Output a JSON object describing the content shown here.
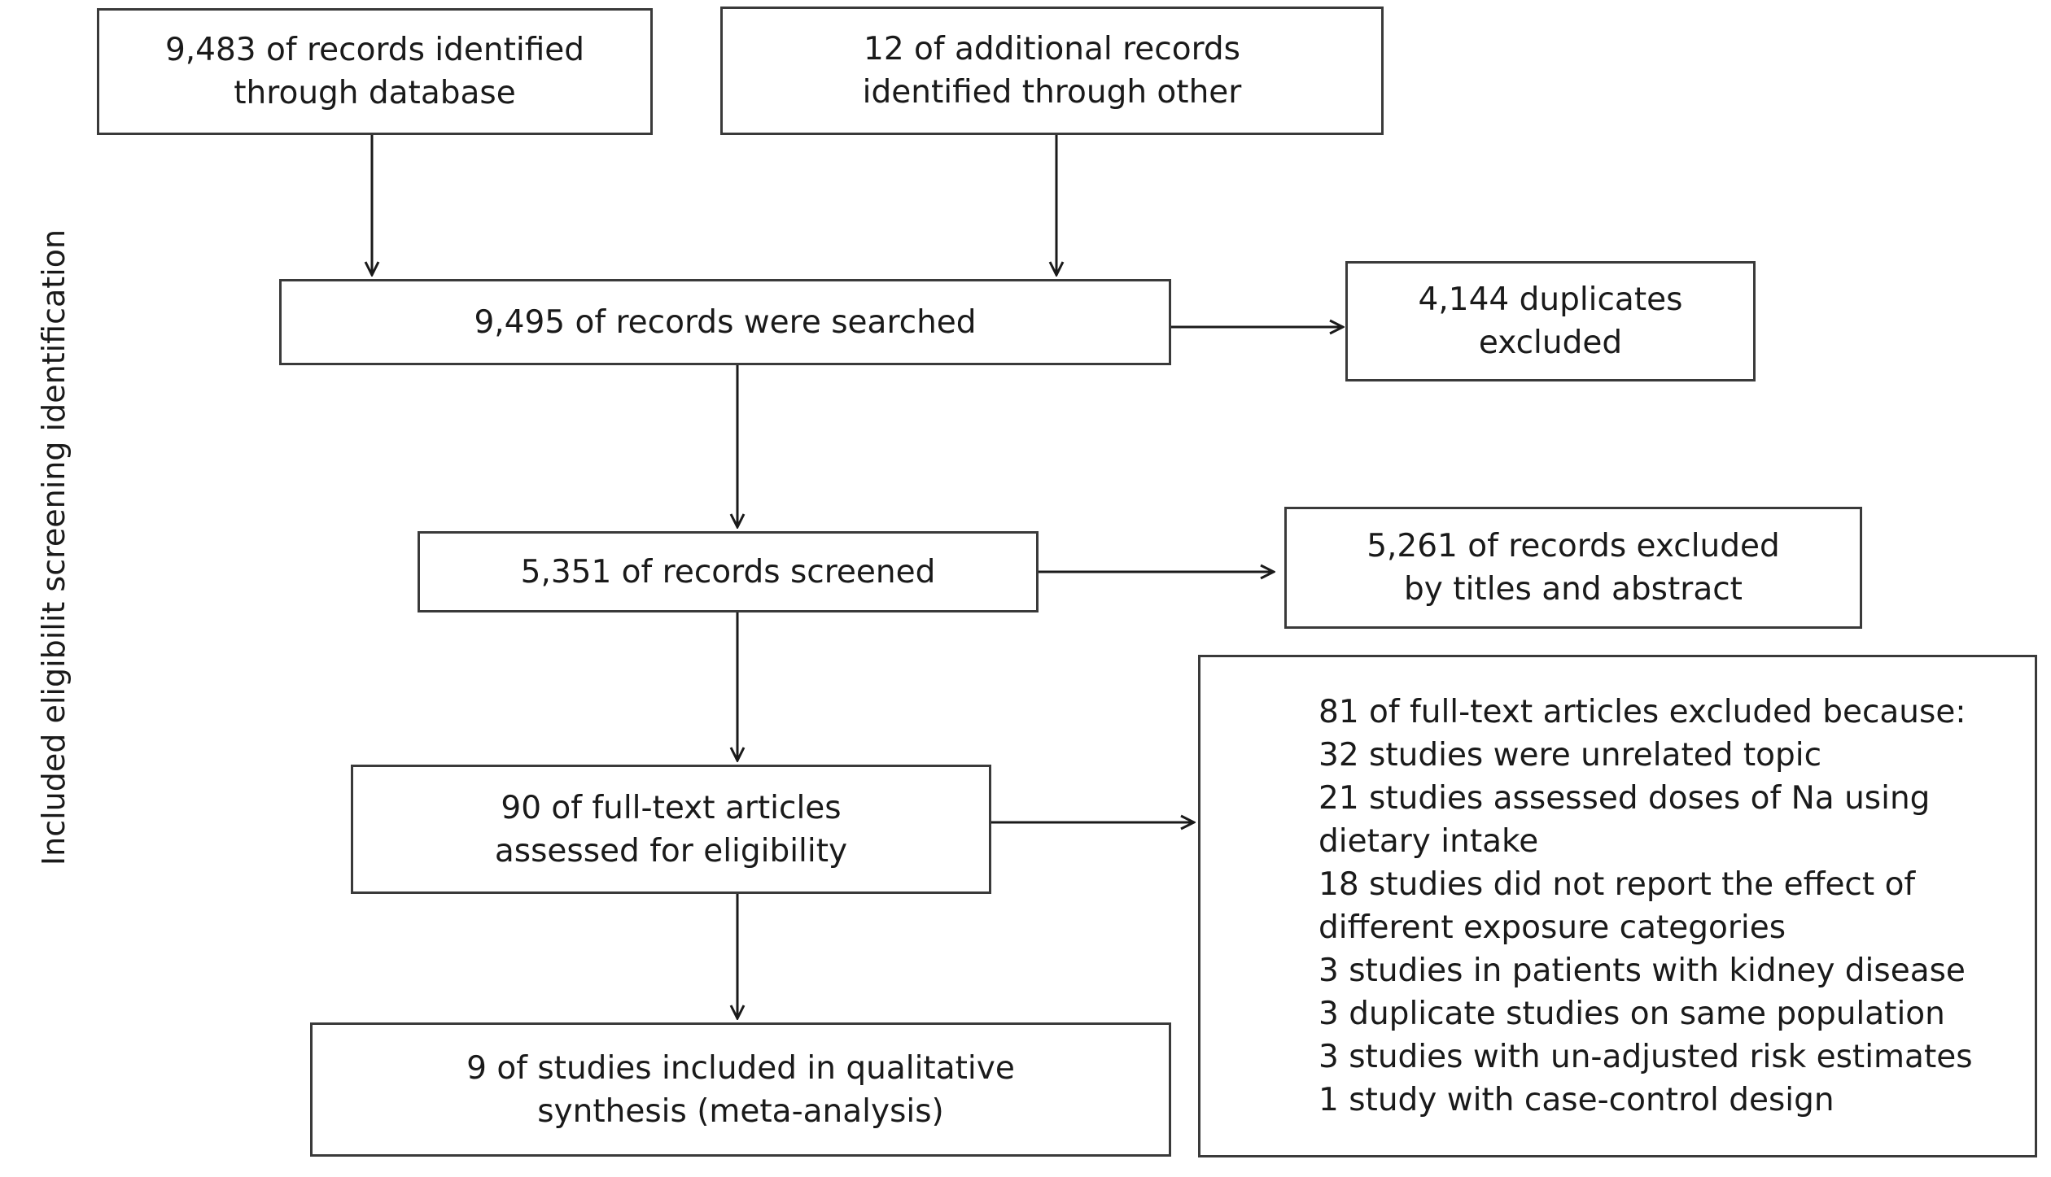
{
  "side_label": "Included eligibilit screening identification",
  "boxes": {
    "database": {
      "lines": [
        "9,483 of records identified",
        "through database"
      ]
    },
    "other": {
      "lines": [
        "12 of additional records",
        "identified through other"
      ]
    },
    "searched": {
      "lines": [
        "9,495 of records were searched"
      ]
    },
    "duplicates": {
      "lines": [
        "4,144 duplicates",
        "excluded"
      ]
    },
    "screened": {
      "lines": [
        "5,351 of records screened"
      ]
    },
    "excluded_titles": {
      "lines": [
        "5,261 of records excluded",
        "by titles and abstract"
      ]
    },
    "fulltext": {
      "lines": [
        "90 of full-text articles",
        "assessed for eligibility"
      ]
    },
    "included": {
      "lines": [
        "9 of studies included in qualitative",
        "synthesis (meta-analysis)"
      ]
    },
    "fulltext_excluded": {
      "lines": [
        "81 of full-text articles excluded because:",
        "32 studies were unrelated topic",
        "21 studies assessed doses of Na using",
        "dietary intake",
        "18 studies did not report the effect of",
        "different exposure categories",
        "3 studies in patients with kidney disease",
        "3 duplicate studies on same population",
        "3 studies with un-adjusted risk estimates",
        "1 study with case-control design"
      ]
    }
  }
}
